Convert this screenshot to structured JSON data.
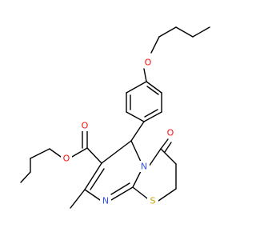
{
  "atoms": {
    "O_ether": {
      "label": "O",
      "color": "#ff0d0d"
    },
    "O_keto": {
      "label": "O",
      "color": "#ff0d0d"
    },
    "O_ester_carbonyl": {
      "label": "O",
      "color": "#ff0d0d"
    },
    "O_ester_single": {
      "label": "O",
      "color": "#ff0d0d"
    },
    "N_ring_bridge": {
      "label": "N",
      "color": "#3050f8"
    },
    "N_ring_imine": {
      "label": "N",
      "color": "#3050f8"
    },
    "S_ring": {
      "label": "S",
      "color": "#c8a000"
    }
  }
}
